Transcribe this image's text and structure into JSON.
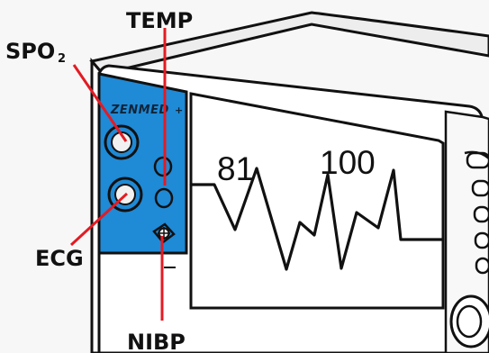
{
  "labels": {
    "temp": "TEMP",
    "spo2_main": "SPO",
    "spo2_sub": "2",
    "ecg": "ECG",
    "nibp": "NIBP"
  },
  "brand": {
    "name": "ZENMED"
  },
  "screen": {
    "reading_left": "81",
    "reading_right": "100"
  },
  "colors": {
    "panel": "#1f8ad6",
    "leader_line": "#e31b23",
    "outline": "#111111"
  }
}
